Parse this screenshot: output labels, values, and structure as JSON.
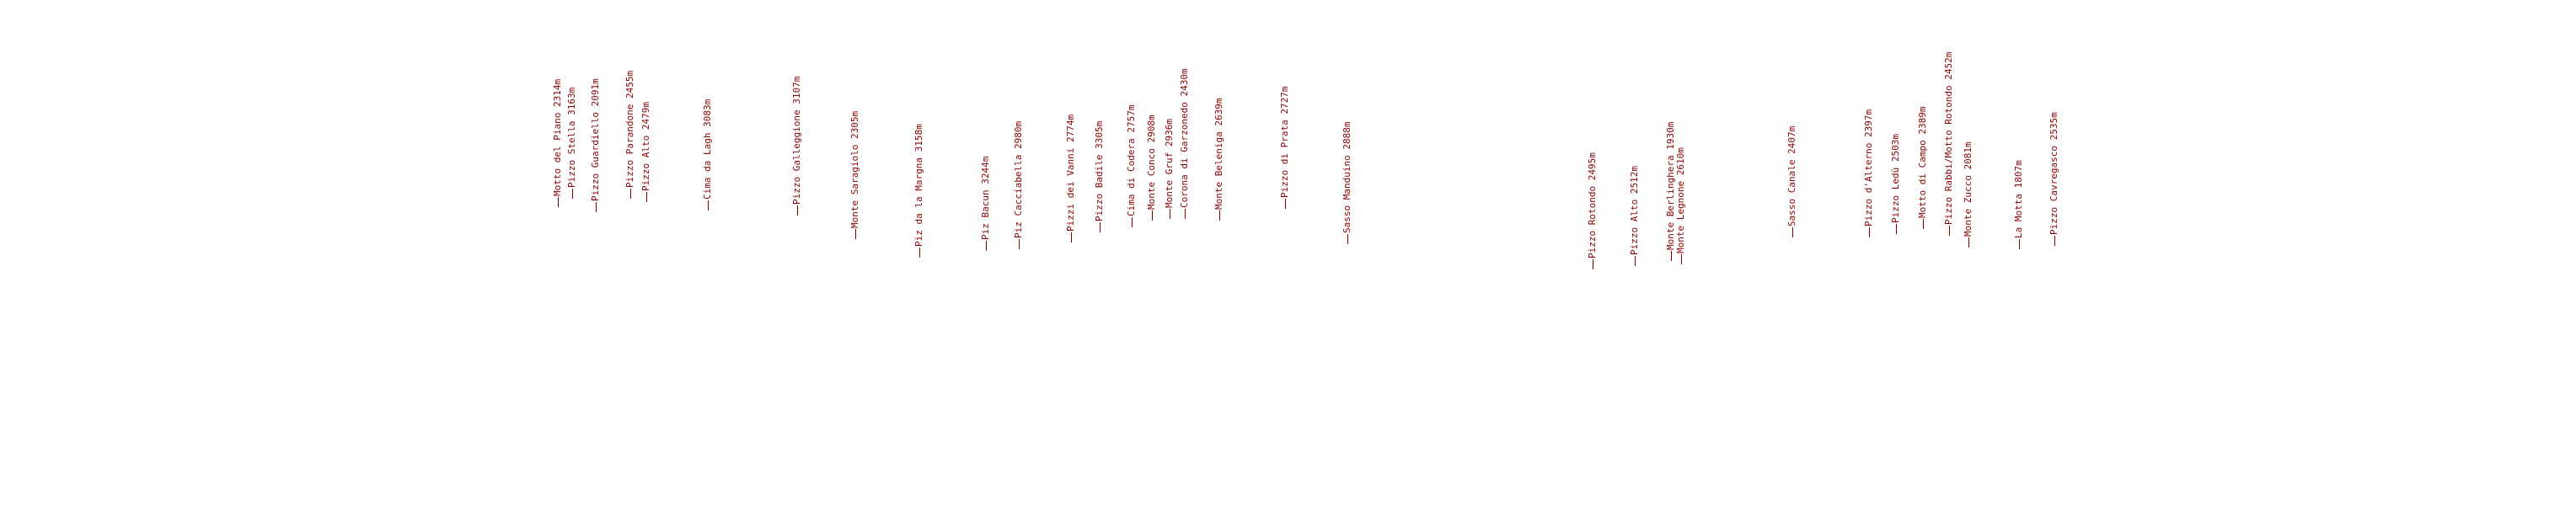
{
  "colors": {
    "label": "#8b0000",
    "background": "#ffffff"
  },
  "peaks": [
    {
      "name": "Motto del Piano",
      "elevation": "2314m"
    },
    {
      "name": "Pizzo Stella",
      "elevation": "3163m"
    },
    {
      "name": "Pizzo Guardiello",
      "elevation": "2091m"
    },
    {
      "name": "Pizzo Parandone",
      "elevation": "2455m"
    },
    {
      "name": "Pizzo Alto",
      "elevation": "2479m"
    },
    {
      "name": "Cima da Lagh",
      "elevation": "3083m"
    },
    {
      "name": "Pizzo Galleggione",
      "elevation": "3107m"
    },
    {
      "name": "Monte Saragiolo",
      "elevation": "2305m"
    },
    {
      "name": "Piz da la Margna",
      "elevation": "3158m"
    },
    {
      "name": "Piz Bacun",
      "elevation": "3244m"
    },
    {
      "name": "Piz Cacciabella",
      "elevation": "2980m"
    },
    {
      "name": "Pizzi dei Vanni",
      "elevation": "2774m"
    },
    {
      "name": "Pizzo Badile",
      "elevation": "3305m"
    },
    {
      "name": "Cima di Codera",
      "elevation": "2757m"
    },
    {
      "name": "Monte Conco",
      "elevation": "2908m"
    },
    {
      "name": "Monte Gruf",
      "elevation": "2936m"
    },
    {
      "name": "Corona di Garzonedo",
      "elevation": "2430m"
    },
    {
      "name": "Monte Beleniga",
      "elevation": "2639m"
    },
    {
      "name": "Pizzo di Prata",
      "elevation": "2727m"
    },
    {
      "name": "Sasso Manduino",
      "elevation": "2888m"
    },
    {
      "name": "Pizzo Rotondo",
      "elevation": "2495m"
    },
    {
      "name": "Pizzo Alto",
      "elevation": "2512m"
    },
    {
      "name": "Monte Berlinghera",
      "elevation": "1930m"
    },
    {
      "name": "Monte Legnone",
      "elevation": "2610m"
    },
    {
      "name": "Sasso Canale",
      "elevation": "2407m"
    },
    {
      "name": "Pizzo d'Alterno",
      "elevation": "2397m"
    },
    {
      "name": "Pizzo Ledù",
      "elevation": "2503m"
    },
    {
      "name": "Motto di Campo",
      "elevation": "2389m"
    },
    {
      "name": "Pizzo Rabbi/Motto Rotondo",
      "elevation": "2452m"
    },
    {
      "name": "Monte Zucco",
      "elevation": "2081m"
    },
    {
      "name": "La Motta",
      "elevation": "1807m"
    },
    {
      "name": "Pizzo Cavregasco",
      "elevation": "2535m"
    }
  ]
}
